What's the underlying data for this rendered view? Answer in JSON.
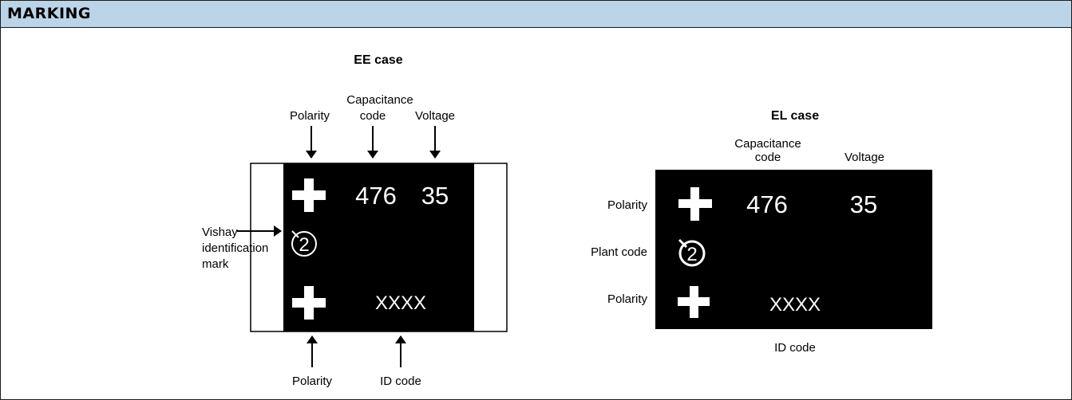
{
  "header": {
    "title": "MARKING"
  },
  "ee": {
    "title": "EE case",
    "top_labels": {
      "polarity": "Polarity",
      "capacitance_line1": "Capacitance",
      "capacitance_line2": "code",
      "voltage": "Voltage"
    },
    "side_label": {
      "line1": "Vishay",
      "line2": "identification",
      "line3": "mark"
    },
    "bottom_labels": {
      "polarity": "Polarity",
      "id_code": "ID code"
    },
    "chip": {
      "capacitance": "476",
      "voltage": "35",
      "plant": "2",
      "id": "XXXX"
    }
  },
  "el": {
    "title": "EL case",
    "top_labels": {
      "capacitance_line1": "Capacitance",
      "capacitance_line2": "code",
      "voltage": "Voltage"
    },
    "left_labels": {
      "polarity_top": "Polarity",
      "plant_code": "Plant code",
      "polarity_bottom": "Polarity"
    },
    "bottom_label": "ID code",
    "chip": {
      "capacitance": "476",
      "voltage": "35",
      "plant": "2",
      "id": "XXXX"
    }
  },
  "colors": {
    "header_bg": "#bcd4e7",
    "chip": "#000000",
    "ink": "#000000"
  }
}
